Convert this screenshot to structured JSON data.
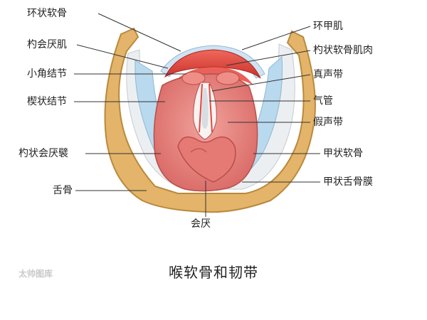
{
  "diagram": {
    "title": "喉软骨和韧带",
    "watermark": "太帅图库",
    "labels_left": {
      "cricoid": "环状软骨",
      "aryepiglottic_muscle": "杓会厌肌",
      "corniculate": "小角结节",
      "cuneiform": "楔状结节",
      "aryepiglottic_fold": "杓状会厌襞",
      "hyoid": "舌骨"
    },
    "labels_right": {
      "cricothyroid": "环甲肌",
      "arytenoid_muscle": "杓状软骨肌肉",
      "true_vocal_cord": "真声带",
      "trachea": "气管",
      "false_vocal_cord": "假声带",
      "thyroid_cartilage": "甲状软骨",
      "thyrohyoid_membrane": "甲状舌骨膜"
    },
    "labels_bottom": {
      "epiglottis": "会厌"
    },
    "colors": {
      "bone": "#e3b46a",
      "bone_outline": "#b98a3c",
      "membrane": "#b9d9ee",
      "tissue": "#e98a85",
      "tissue_dark": "#d9605e",
      "muscle": "#e5473d",
      "airway": "#d7dee2"
    }
  }
}
